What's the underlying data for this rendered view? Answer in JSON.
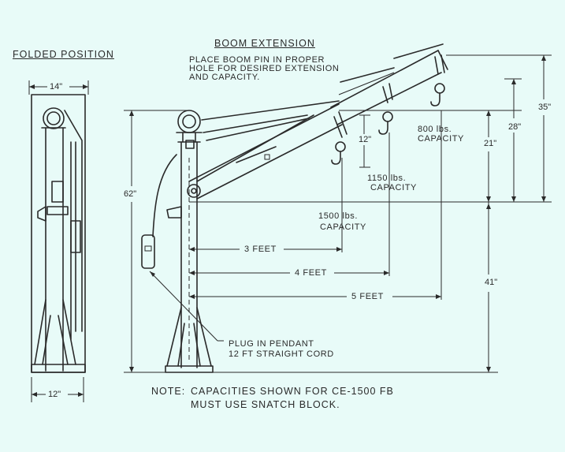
{
  "titles": {
    "folded": "FOLDED POSITION",
    "boom_extension": "BOOM EXTENSION"
  },
  "boom_note": [
    "PLACE BOOM  PIN IN PROPER",
    "HOLE FOR DESIRED EXTENSION",
    "AND CAPACITY."
  ],
  "dimensions": {
    "folded_width_top": "14\"",
    "folded_width_bottom": "12\"",
    "overall_height": "62\"",
    "right_35": "35\"",
    "right_28": "28\"",
    "right_21": "21\"",
    "right_41": "41\"",
    "hook_12": "12\"",
    "reach_3": "3 FEET",
    "reach_4": "4 FEET",
    "reach_5": "5 FEET"
  },
  "capacities": {
    "c800": [
      "800 lbs.",
      "CAPACITY"
    ],
    "c1150": [
      "1150 lbs.",
      "CAPACITY"
    ],
    "c1500": [
      "1500 lbs.",
      "CAPACITY"
    ]
  },
  "pendant": [
    "PLUG IN PENDANT",
    "12 FT STRAIGHT CORD"
  ],
  "note": {
    "prefix": "NOTE:",
    "line1": "CAPACITIES SHOWN FOR CE-1500 FB",
    "line2": "MUST USE SNATCH BLOCK."
  }
}
